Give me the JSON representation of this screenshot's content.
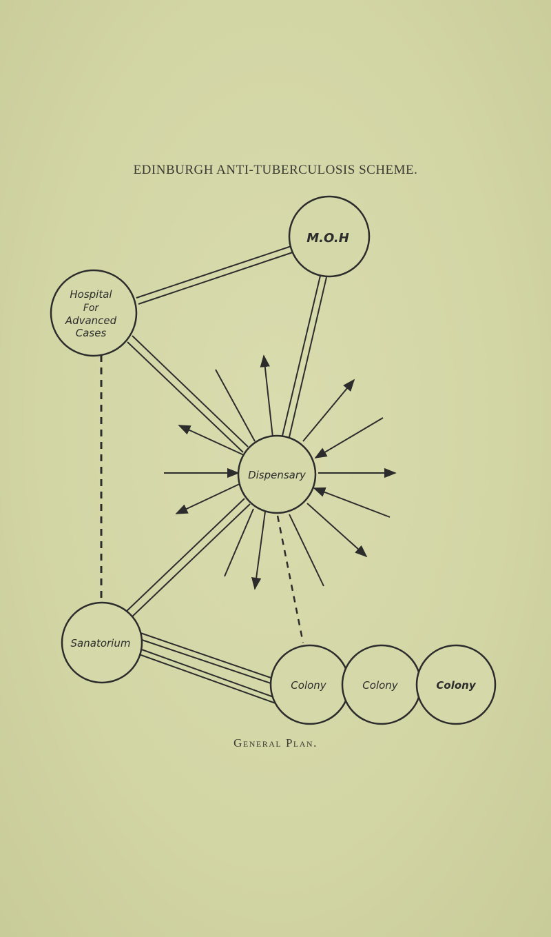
{
  "title": "EDINBURGH ANTI-TUBERCULOSIS SCHEME.",
  "caption": "General Plan.",
  "nodes": {
    "moh": "M.O.H",
    "hospital": [
      "Hospital",
      "For",
      "Advanced",
      "Cases"
    ],
    "dispensary": "Dispensary",
    "sanatorium": "Sanatorium",
    "colonies": [
      "Colony",
      "Colony",
      "Colony"
    ]
  },
  "colors": {
    "ink": "#2c2c2c",
    "paper": "#d3d6a6"
  }
}
